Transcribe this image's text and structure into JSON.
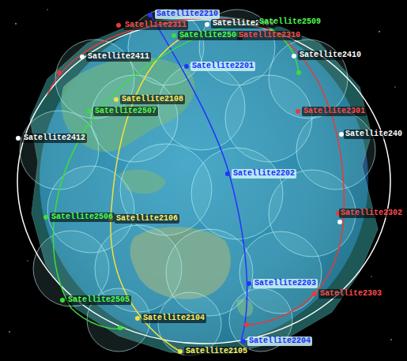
{
  "diagram": {
    "labels": [
      "Satellite2210",
      "Satellite2311",
      "Satellite2409",
      "Satellite2509",
      "Satellite2508",
      "Satellite2310",
      "Satellite2411",
      "Satellite2201",
      "Satellite2410",
      "Satellite2108",
      "Satellite2507",
      "Satellite2301",
      "Satellite2412",
      "Satellite240",
      "Satellite2202",
      "Satellite2506",
      "Satellite2106",
      "Satellite2302",
      "Satellite2203",
      "Satellite2303",
      "Satellite2505",
      "Satellite2104",
      "Satellite2204",
      "Satellite2105"
    ]
  }
}
